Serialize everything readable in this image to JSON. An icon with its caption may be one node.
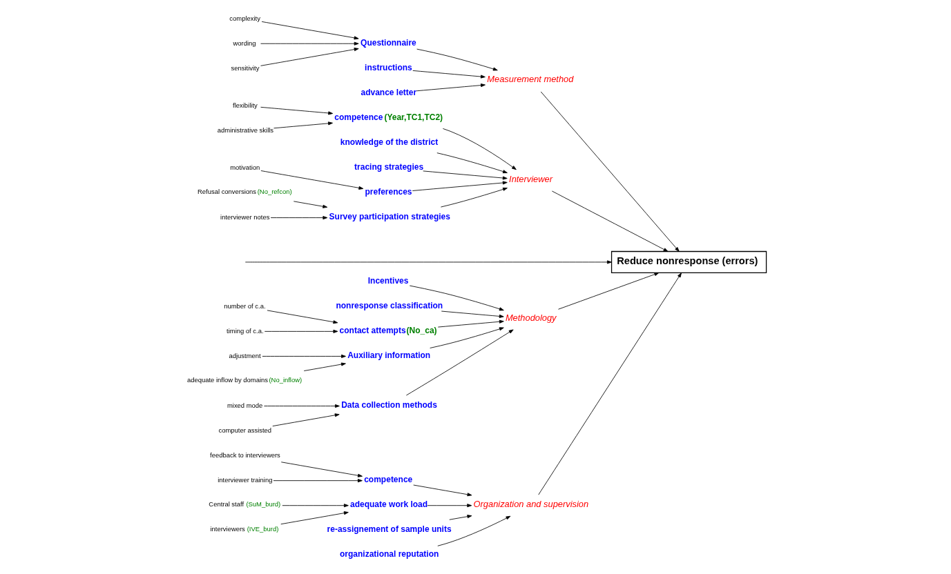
{
  "diagram": {
    "nodes": [
      {
        "text": [
          "Organization and supervision"
        ]
      },
      {
        "text": [
          "competence"
        ]
      },
      {
        "text": [
          "feedback to interviewers"
        ]
      },
      {
        "text": [
          "interviewer training"
        ]
      },
      {
        "text": [
          "adequate work load"
        ]
      },
      {
        "text": [
          "Central staff",
          "(SuM_burd)"
        ]
      },
      {
        "text": [
          "interviewers",
          "(IVE_burd)"
        ]
      },
      {
        "text": [
          "re-assignement of sample units"
        ]
      },
      {
        "text": [
          "organizational reputation"
        ]
      },
      {
        "text": [
          "Measurement method"
        ]
      },
      {
        "text": [
          "Questionnaire"
        ]
      },
      {
        "text": [
          "complexity"
        ]
      },
      {
        "text": [
          "wording"
        ]
      },
      {
        "text": [
          "sensitivity"
        ]
      },
      {
        "text": [
          "instructions"
        ]
      },
      {
        "text": [
          "advance letter"
        ]
      },
      {
        "text": [
          "Interviewer"
        ]
      },
      {
        "text": [
          "competence",
          "(Year,TC1,TC2)"
        ]
      },
      {
        "text": [
          "flexibility"
        ]
      },
      {
        "text": [
          "administrative skills"
        ]
      },
      {
        "text": [
          "knowledge of the district"
        ]
      },
      {
        "text": [
          "tracing strategies"
        ]
      },
      {
        "text": [
          "preferences"
        ]
      },
      {
        "text": [
          "motivation"
        ]
      },
      {
        "text": [
          "Survey participation strategies"
        ]
      },
      {
        "text": [
          "Refusal conversions",
          "(No_refcon)"
        ]
      },
      {
        "text": [
          "interviewer notes"
        ]
      },
      {
        "text": [
          "Methodology"
        ]
      },
      {
        "text": [
          "Incentives"
        ]
      },
      {
        "text": [
          "nonresponse classification"
        ]
      },
      {
        "text": [
          "contact attempts",
          "(No_ca)"
        ]
      },
      {
        "text": [
          "number of c.a."
        ]
      },
      {
        "text": [
          "timing of c.a."
        ]
      },
      {
        "text": [
          "Auxiliary information"
        ]
      },
      {
        "text": [
          "adjustment"
        ]
      },
      {
        "text": [
          "adequate inflow by domains",
          "(No_inflow)"
        ]
      },
      {
        "text": [
          "Data collection methods"
        ]
      },
      {
        "text": [
          "mixed mode"
        ]
      },
      {
        "text": [
          "computer assisted"
        ]
      },
      {
        "text": [
          "Reduce nonresponse (errors)"
        ]
      }
    ],
    "edges": [
      {
        "from": 2,
        "to": 1,
        "arrow": "to"
      },
      {
        "from": 3,
        "to": 1,
        "arrow": "to"
      },
      {
        "from": 1,
        "to": 0,
        "arrow": "to"
      },
      {
        "from": 5,
        "to": 4,
        "arrow": "to"
      },
      {
        "from": 6,
        "to": 4,
        "arrow": "to"
      },
      {
        "from": 4,
        "to": 0,
        "arrow": "to"
      },
      {
        "from": 7,
        "to": 0,
        "arrow": "to"
      },
      {
        "from": 8,
        "to": 0,
        "arrow": "to"
      },
      {
        "from": 11,
        "to": 10,
        "arrow": "to"
      },
      {
        "from": 12,
        "to": 10,
        "arrow": "to"
      },
      {
        "from": 13,
        "to": 10,
        "arrow": "to"
      },
      {
        "from": 10,
        "to": 9,
        "arrow": "to"
      },
      {
        "from": 14,
        "to": 9,
        "arrow": "to"
      },
      {
        "from": 15,
        "to": 9,
        "arrow": "to"
      },
      {
        "from": 18,
        "to": 17,
        "arrow": "to"
      },
      {
        "from": 19,
        "to": 17,
        "arrow": "to"
      },
      {
        "from": 17,
        "to": 16,
        "arrow": "to"
      },
      {
        "from": 20,
        "to": 16,
        "arrow": "to"
      },
      {
        "from": 21,
        "to": 16,
        "arrow": "to"
      },
      {
        "from": 23,
        "to": 22,
        "arrow": "to"
      },
      {
        "from": 22,
        "to": 16,
        "arrow": "to"
      },
      {
        "from": 25,
        "to": 24,
        "arrow": "to"
      },
      {
        "from": 26,
        "to": 24,
        "arrow": "to"
      },
      {
        "from": 24,
        "to": 16,
        "arrow": "to"
      },
      {
        "from": 28,
        "to": 27,
        "arrow": "to"
      },
      {
        "from": 29,
        "to": 27,
        "arrow": "to"
      },
      {
        "from": 31,
        "to": 30,
        "arrow": "to"
      },
      {
        "from": 32,
        "to": 30,
        "arrow": "to"
      },
      {
        "from": 30,
        "to": 27,
        "arrow": "to"
      },
      {
        "from": 34,
        "to": 33,
        "arrow": "to"
      },
      {
        "from": 35,
        "to": 33,
        "arrow": "to"
      },
      {
        "from": 33,
        "to": 27,
        "arrow": "to"
      },
      {
        "from": 37,
        "to": 36,
        "arrow": "to"
      },
      {
        "from": 38,
        "to": 36,
        "arrow": "to"
      },
      {
        "from": 36,
        "to": 27,
        "arrow": "to"
      },
      {
        "from": 0,
        "to": 39,
        "arrow": "to"
      },
      {
        "from": 9,
        "to": 39,
        "arrow": "to"
      },
      {
        "from": 16,
        "to": 39,
        "arrow": "to"
      },
      {
        "from": 27,
        "to": 39,
        "arrow": "to"
      },
      {
        "from": null,
        "to": 39,
        "arrow": "to"
      }
    ]
  }
}
